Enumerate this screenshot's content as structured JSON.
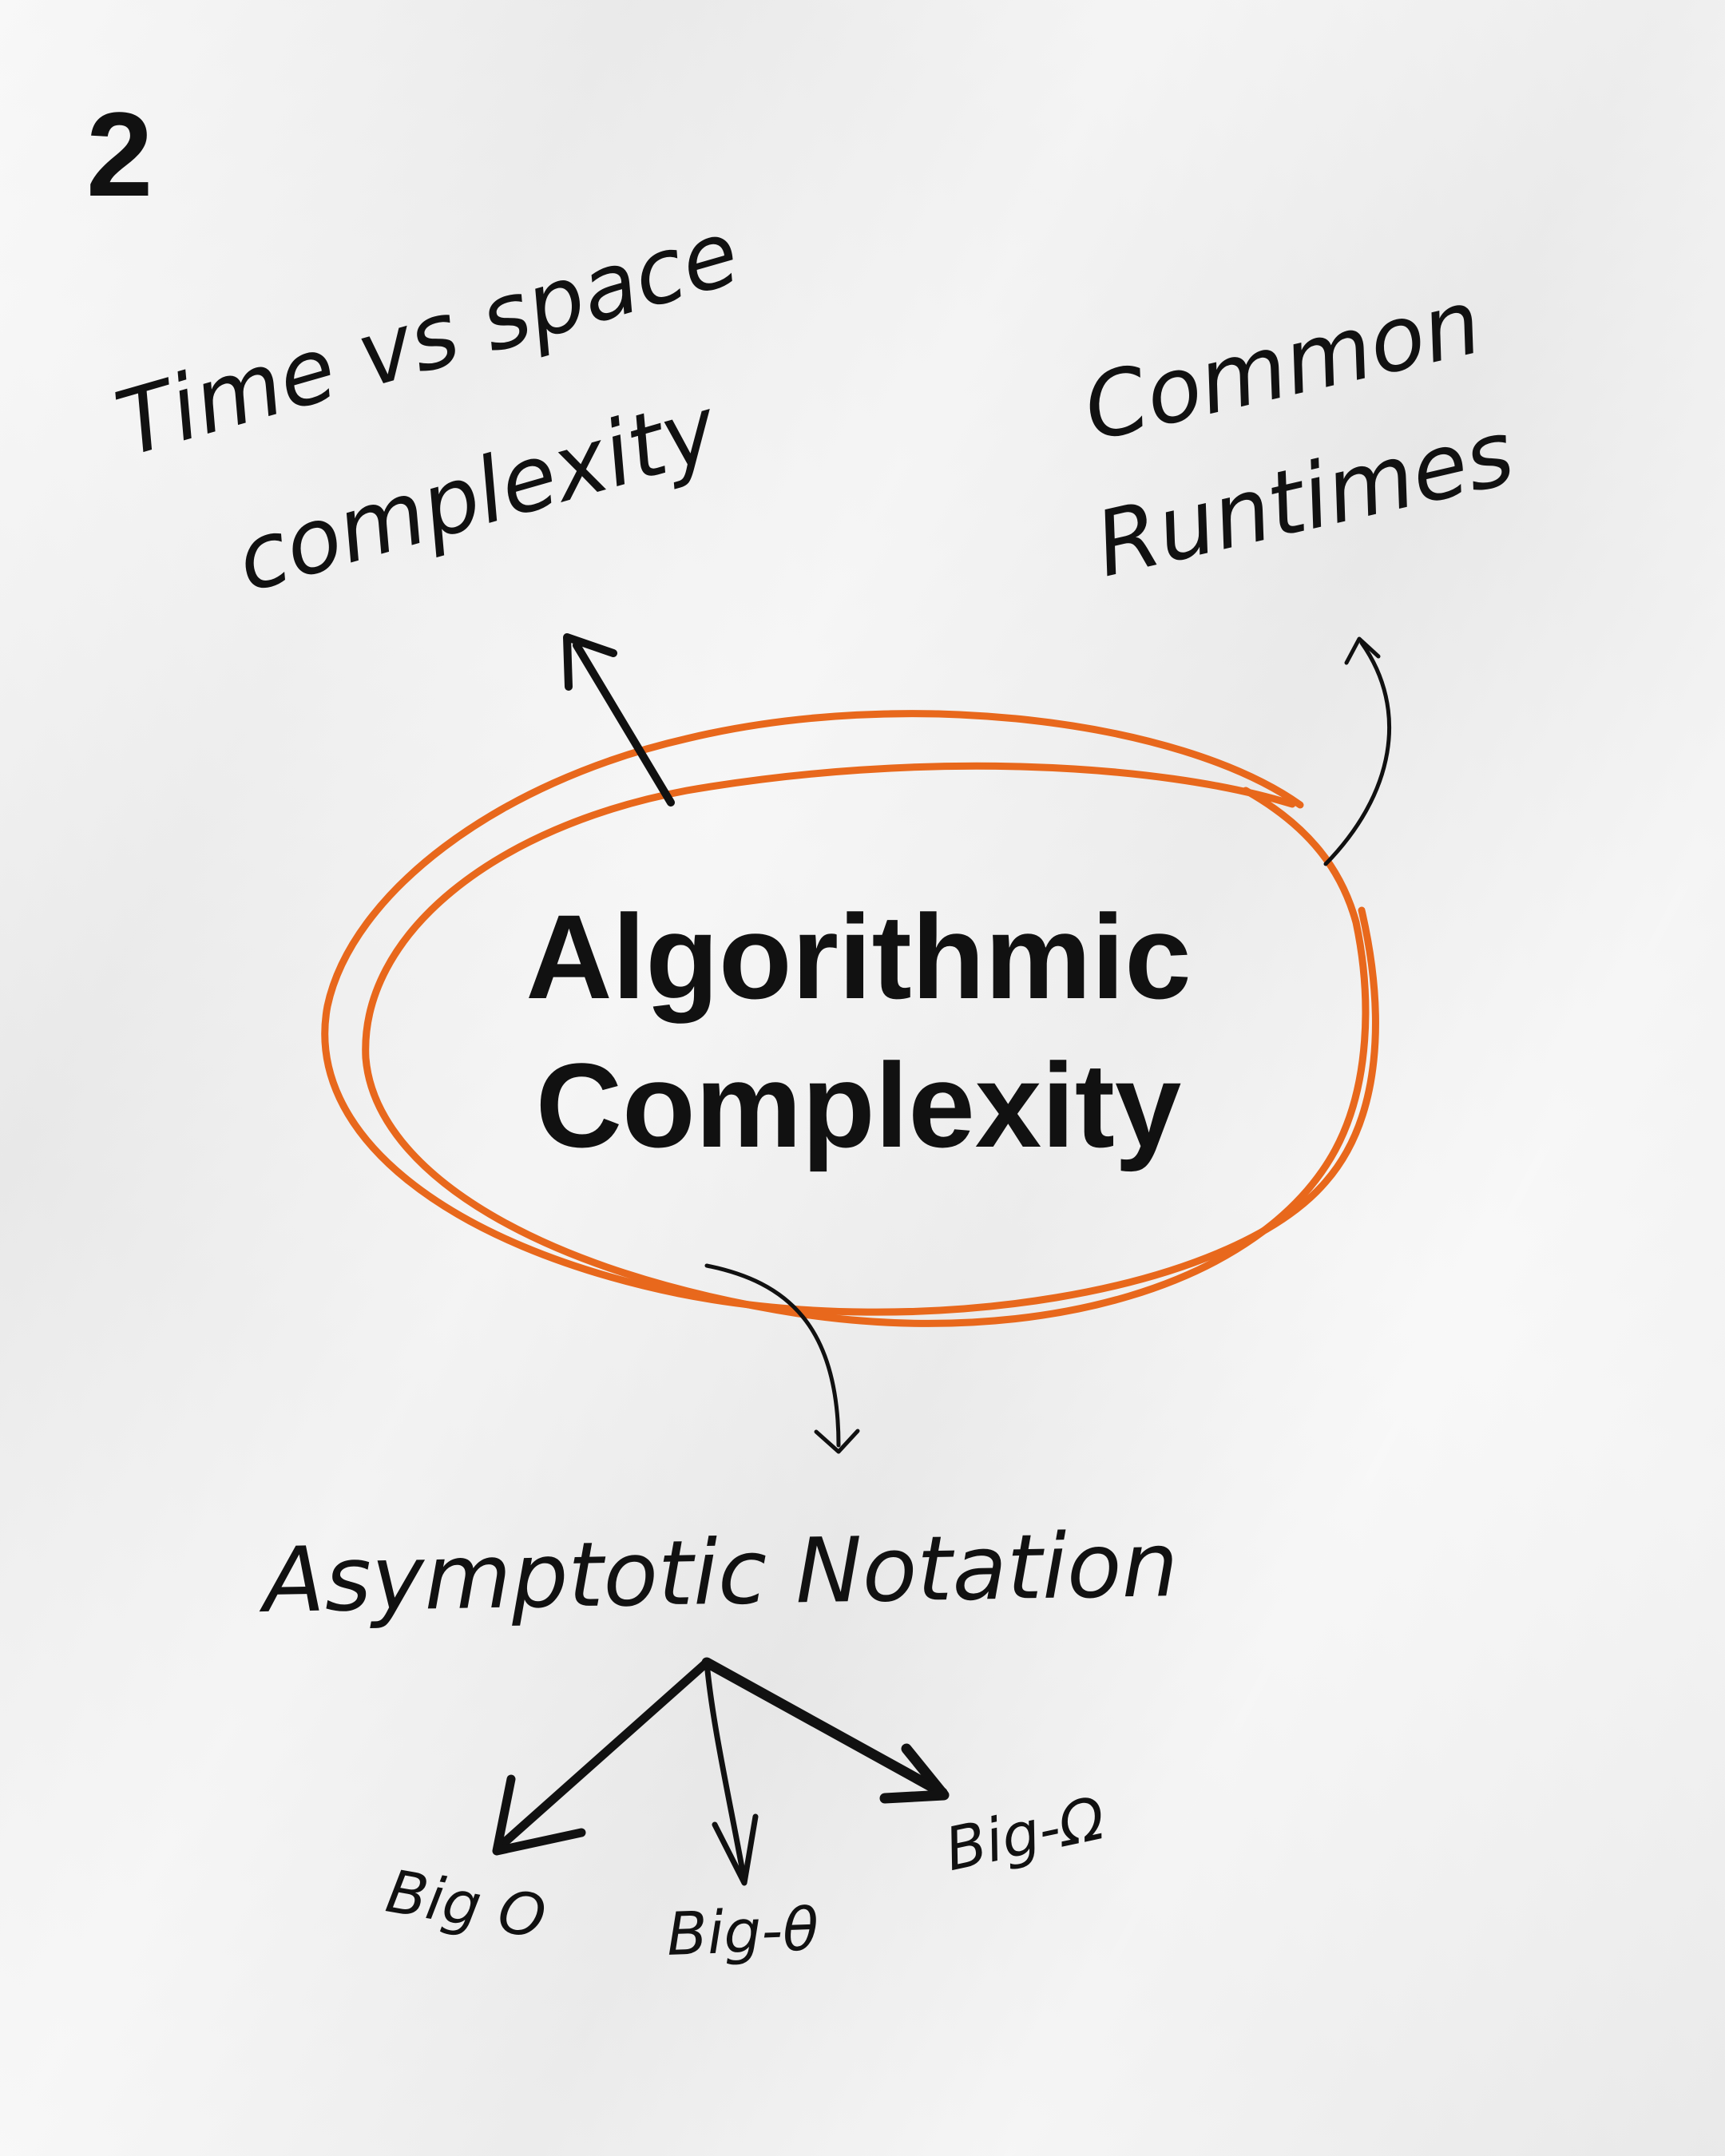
{
  "page_number": "2",
  "center_topic": {
    "line1": "Algorithmic",
    "line2": "Complexity"
  },
  "branches": {
    "time_vs_space": {
      "line1": "Time vs space",
      "line2": "complexity"
    },
    "common_runtimes": {
      "line1": "Common",
      "line2": "Runtimes"
    },
    "asymptotic_notation": "Asymptotic Notation"
  },
  "notations": {
    "big_o": "Big O",
    "big_theta": "Big-θ",
    "big_omega": "Big-Ω"
  },
  "colors": {
    "accent_orange": "#e8681c",
    "ink": "#111111",
    "paper": "#efefef"
  }
}
